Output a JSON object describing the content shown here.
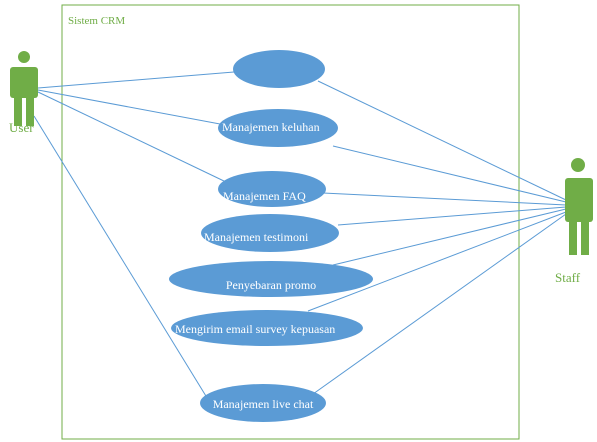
{
  "system": {
    "title": "Sistem CRM"
  },
  "actors": {
    "user": {
      "label": "User"
    },
    "staff": {
      "label": "Staff"
    }
  },
  "use_cases": [
    {
      "id": "uc-blank",
      "label": ""
    },
    {
      "id": "uc-keluhan",
      "label": "Manajemen keluhan"
    },
    {
      "id": "uc-faq",
      "label": "Manajemen FAQ"
    },
    {
      "id": "uc-testimoni",
      "label": "Manajemen testimoni"
    },
    {
      "id": "uc-promo",
      "label": "Penyebaran promo"
    },
    {
      "id": "uc-survey",
      "label": "Mengirim email survey kepuasan"
    },
    {
      "id": "uc-livechat",
      "label": "Manajemen live chat"
    }
  ],
  "colors": {
    "use_case_fill": "#5b9bd5",
    "actor": "#70ad47",
    "boundary": "#70ad47",
    "association": "#5b9bd5"
  }
}
